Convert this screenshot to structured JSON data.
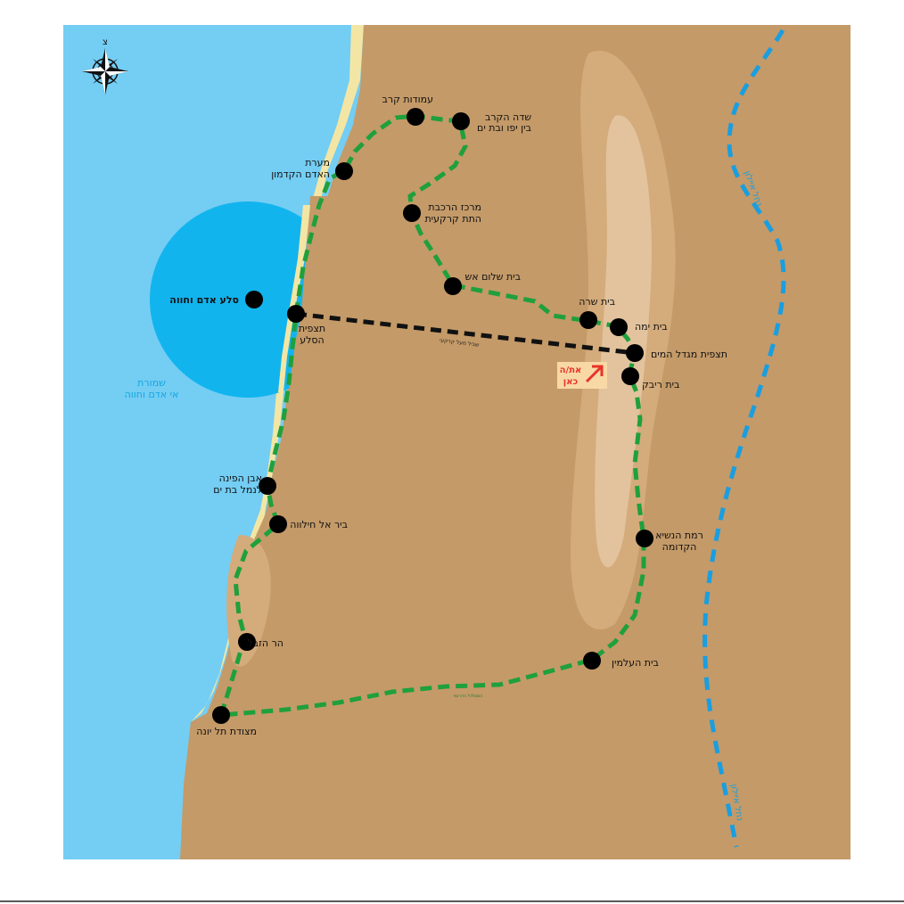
{
  "compass": {
    "north_letter": "צ",
    "icon": "compass-rose-icon"
  },
  "colors": {
    "sea": "#74cdf3",
    "sand": "#f3e6a4",
    "land": "#c49a68",
    "land_light": "#d4ab7b",
    "land_lighter": "#e2c39d",
    "reserve_circle": "#12b4ee",
    "trail": "#1fa03c",
    "road": "#111111",
    "river": "#1a9ee0",
    "point": "#000000",
    "here_bg": "#f8d9a6",
    "here_text": "#e8332a"
  },
  "sea_reserve": {
    "rock_label": "סלע אדם וחווה",
    "reserve_label_line1": "שמורת",
    "reserve_label_line2": "אי אדם וחווה"
  },
  "rivers": {
    "river_label_upper": "נחל איילון",
    "river_label_lower": "נחל איילון"
  },
  "here_marker": {
    "line1": "את/ה",
    "line2": "כאן",
    "icon": "arrow-up-right-icon"
  },
  "road_labels": {
    "dashed_road": "שביל מעל קרקעי",
    "southern_trail": "המסלול הדרומי"
  },
  "points": [
    {
      "id": "amudot",
      "name_lines": [
        "עמודות קרב"
      ]
    },
    {
      "id": "sde-hakrav",
      "name_lines": [
        "שדה הקרב",
        "בין יפו ובת ים"
      ]
    },
    {
      "id": "cave",
      "name_lines": [
        "מערת",
        "האדם הקדמון"
      ]
    },
    {
      "id": "rail-center",
      "name_lines": [
        "מרכז הרכבת",
        "התת קרקעית"
      ]
    },
    {
      "id": "beit-shalom",
      "name_lines": [
        "בית שלום אש"
      ]
    },
    {
      "id": "beit-sara",
      "name_lines": [
        "בית שרה"
      ]
    },
    {
      "id": "beit-yama",
      "name_lines": [
        "בית ימה"
      ]
    },
    {
      "id": "rock-view",
      "name_lines": [
        "תצפית",
        "הסלע"
      ]
    },
    {
      "id": "tower-view",
      "name_lines": [
        "תצפית מגדל המים"
      ]
    },
    {
      "id": "beit-rivka",
      "name_lines": [
        "בית ריבק"
      ]
    },
    {
      "id": "even-hapina",
      "name_lines": [
        "אבן הפינה",
        "לנמל בת ים"
      ]
    },
    {
      "id": "bir-al",
      "name_lines": [
        "ביר אל חילווה"
      ]
    },
    {
      "id": "ramat",
      "name_lines": [
        "רמת הנשיא",
        "הקדומה"
      ]
    },
    {
      "id": "har-hazevel",
      "name_lines": [
        "הר הזבל"
      ]
    },
    {
      "id": "beit-haalmin",
      "name_lines": [
        "בית העלמין"
      ]
    },
    {
      "id": "metzudat",
      "name_lines": [
        "מצודת תל יונה"
      ]
    }
  ]
}
